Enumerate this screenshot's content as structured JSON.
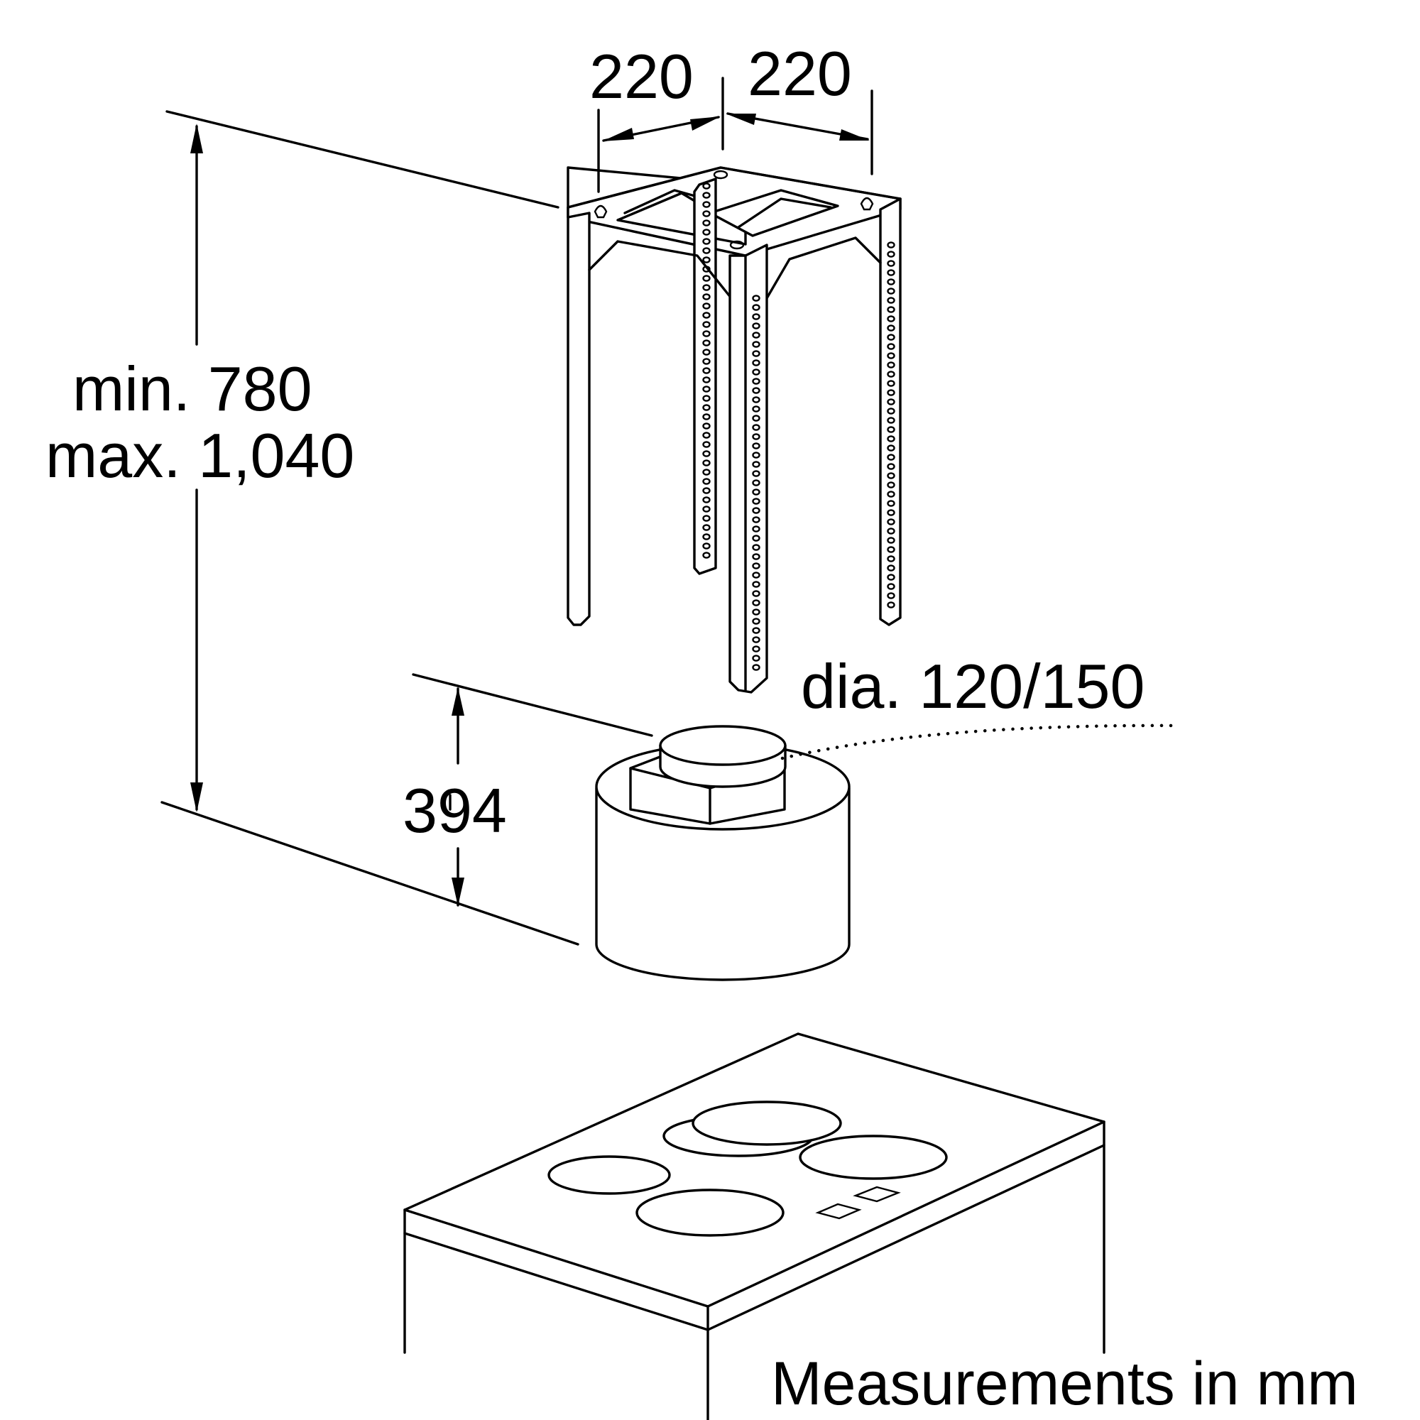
{
  "dimensions": {
    "frame_width_left": "220",
    "frame_width_right": "220",
    "height_min": "min. 780",
    "height_max": "max. 1,040",
    "hood_height": "394",
    "duct_diameter": "dia. 120/150"
  },
  "footer": {
    "units_note": "Measurements in mm"
  },
  "icons": [
    "mounting-frame-icon",
    "cooker-hood-icon",
    "hob-icon"
  ],
  "colors": {
    "line": "#000000",
    "background": "#ffffff"
  }
}
